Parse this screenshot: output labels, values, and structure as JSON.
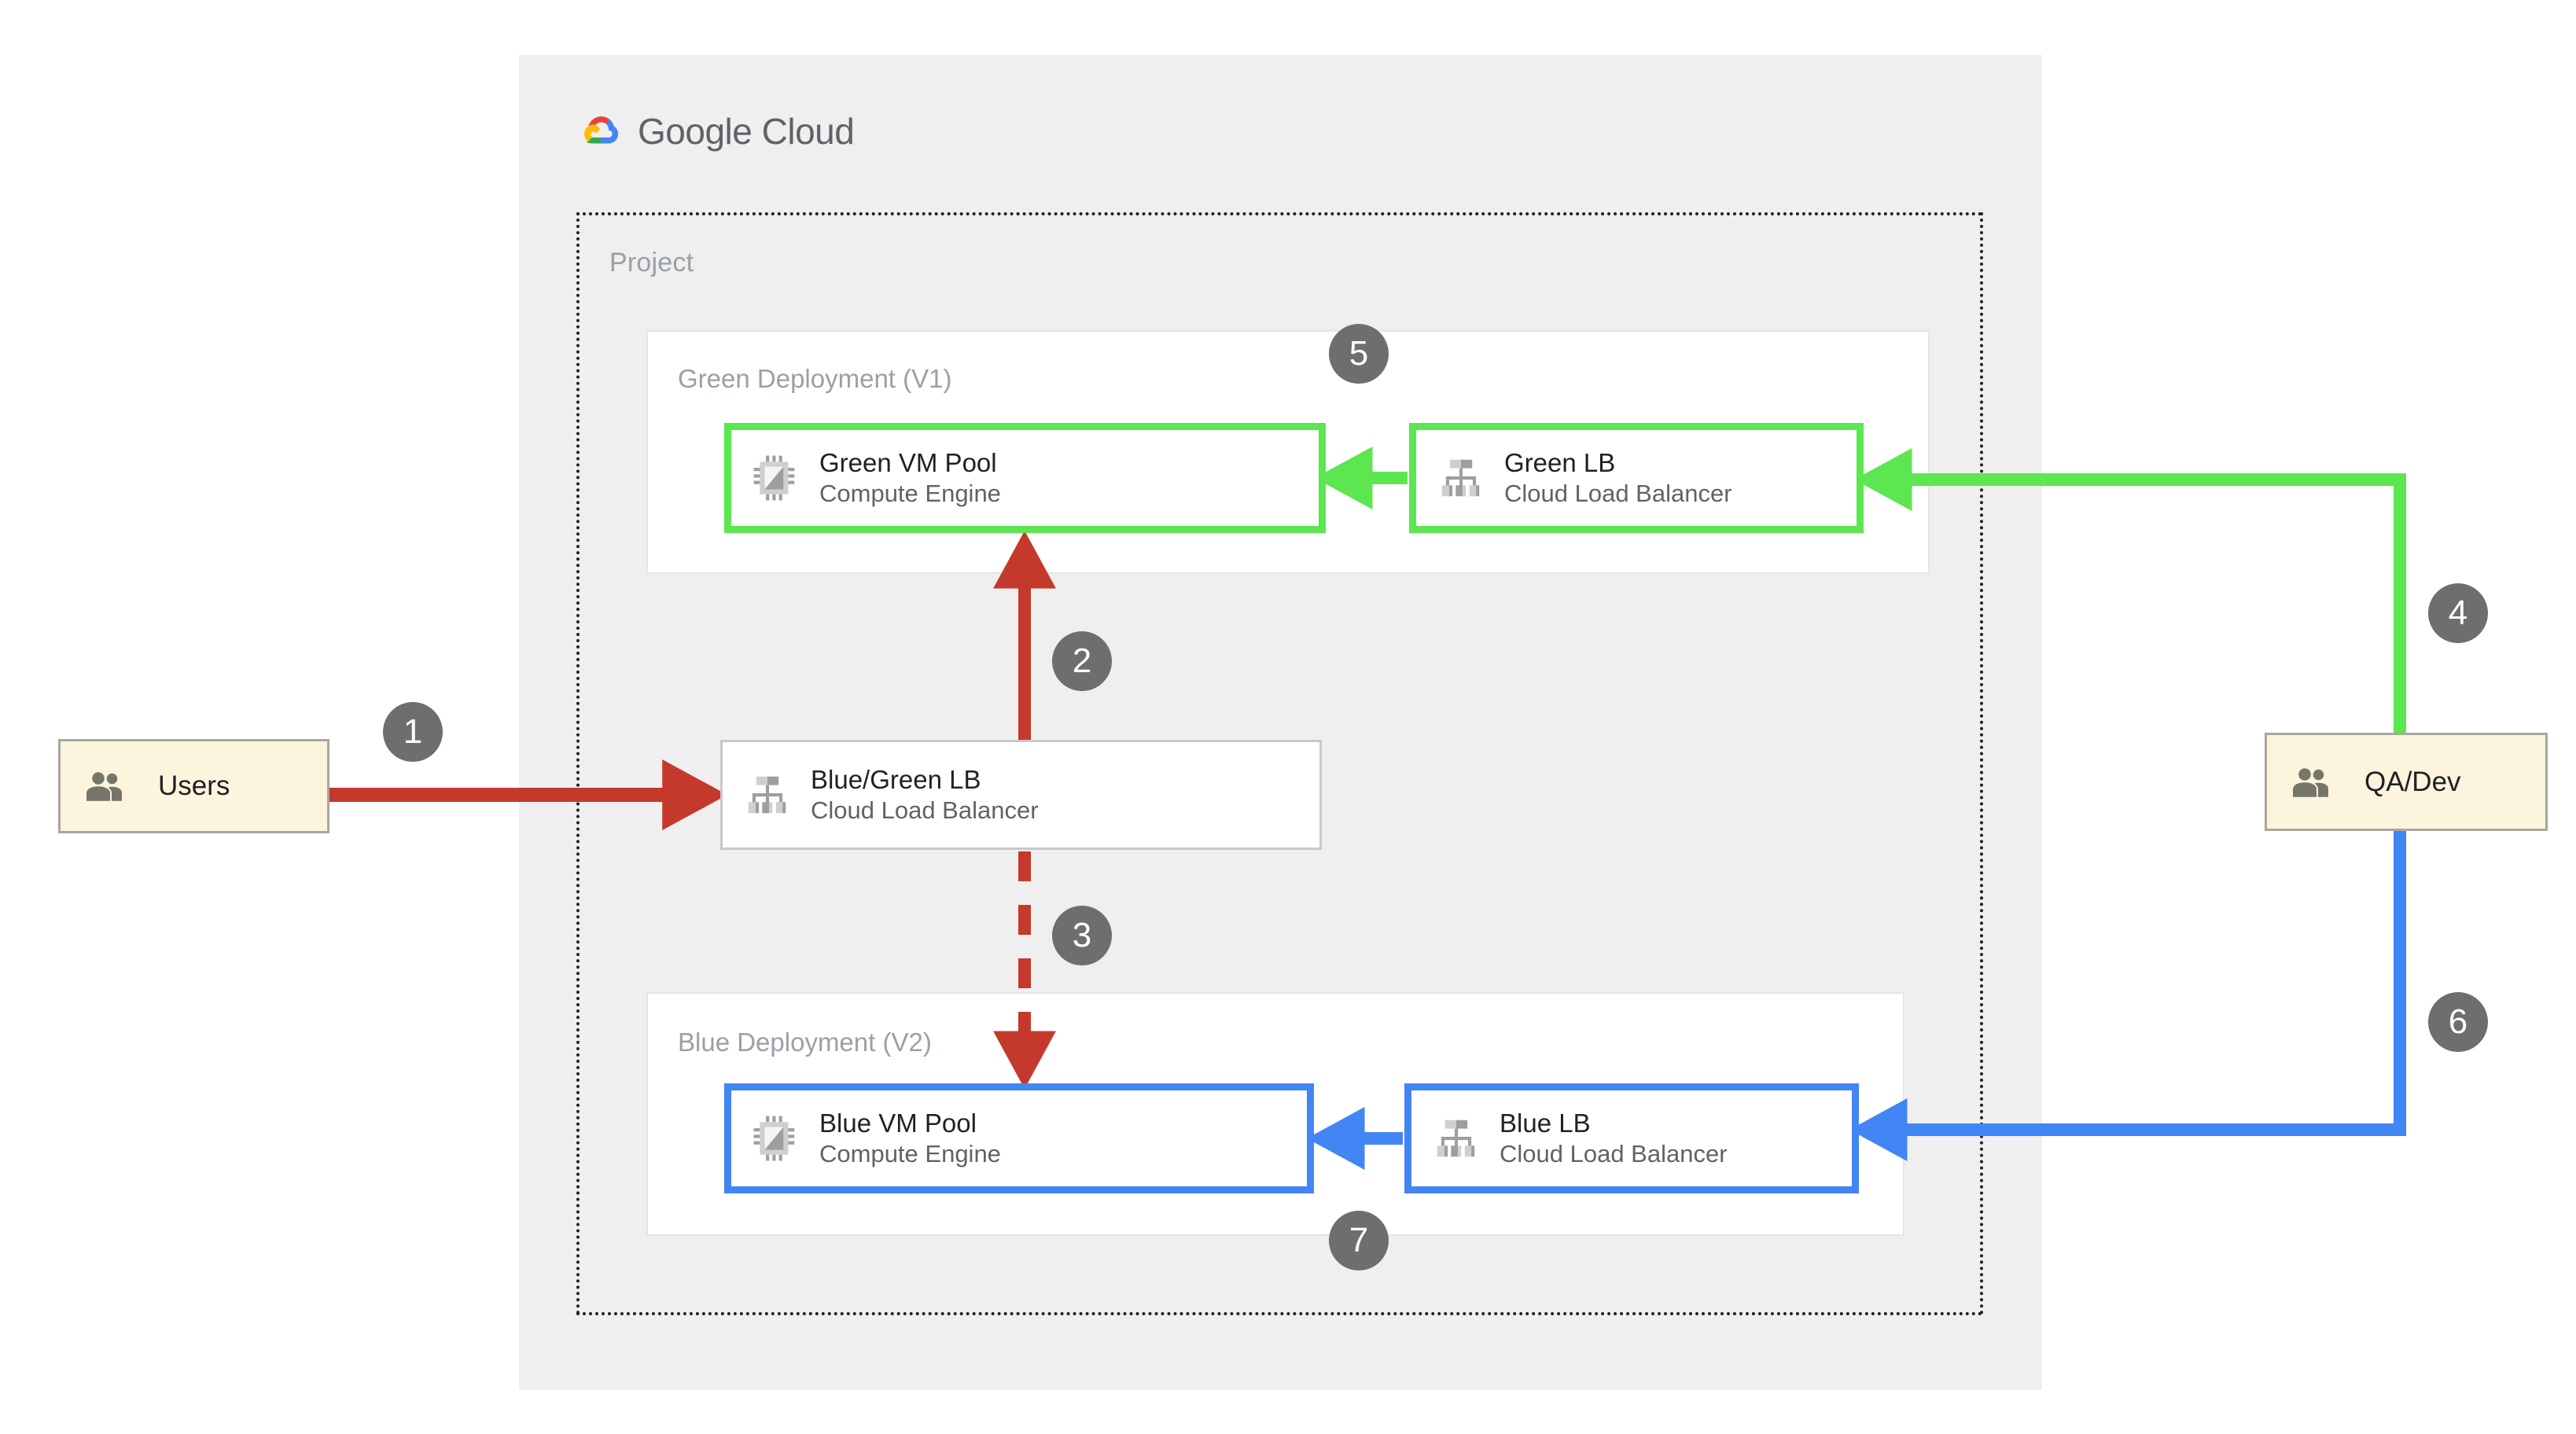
{
  "brand": {
    "name_part1": "Google",
    "name_part2": "Cloud",
    "logo_icon": "google-cloud-logo-icon",
    "colors": {
      "red": "#ea4335",
      "yellow": "#fbbc04",
      "green": "#34a853",
      "blue": "#4285f4",
      "wordmark": "#5f6368"
    }
  },
  "containers": {
    "project_label": "Project",
    "green_deployment_label": "Green Deployment (V1)",
    "blue_deployment_label": "Blue Deployment (V2)"
  },
  "nodes": {
    "green_vm": {
      "title": "Green VM Pool",
      "sub": "Compute Engine",
      "icon": "compute-engine-icon",
      "border": "#5ce650"
    },
    "green_lb": {
      "title": "Green LB",
      "sub": "Cloud Load Balancer",
      "icon": "cloud-load-balancer-icon",
      "border": "#5ce650"
    },
    "bluegreen_lb": {
      "title": "Blue/Green LB",
      "sub": "Cloud Load Balancer",
      "icon": "cloud-load-balancer-icon",
      "border": "#c8c8c8"
    },
    "blue_vm": {
      "title": "Blue VM Pool",
      "sub": "Compute Engine",
      "icon": "compute-engine-icon",
      "border": "#4285f4"
    },
    "blue_lb": {
      "title": "Blue LB",
      "sub": "Cloud Load Balancer",
      "icon": "cloud-load-balancer-icon",
      "border": "#4285f4"
    }
  },
  "actors": {
    "users": {
      "title": "Users",
      "icon": "users-group-icon"
    },
    "qadev": {
      "title": "QA/Dev",
      "icon": "users-group-icon"
    }
  },
  "steps": [
    {
      "n": "1",
      "color": "#6e6e6e"
    },
    {
      "n": "2",
      "color": "#6e6e6e"
    },
    {
      "n": "3",
      "color": "#6e6e6e"
    },
    {
      "n": "4",
      "color": "#6e6e6e"
    },
    {
      "n": "5",
      "color": "#6e6e6e"
    },
    {
      "n": "6",
      "color": "#6e6e6e"
    },
    {
      "n": "7",
      "color": "#6e6e6e"
    }
  ],
  "flows": {
    "users_to_lb": {
      "color": "#c5392c",
      "style": "solid",
      "label": "1"
    },
    "lb_to_green_vm": {
      "color": "#c5392c",
      "style": "solid",
      "label": "2"
    },
    "lb_to_blue_vm": {
      "color": "#c5392c",
      "style": "dashed",
      "label": "3"
    },
    "qadev_to_green_lb": {
      "color": "#5ce650",
      "style": "solid",
      "label": "4"
    },
    "green_lb_to_green_vm": {
      "color": "#5ce650",
      "style": "solid",
      "label": ""
    },
    "qadev_to_blue_lb": {
      "color": "#4285f4",
      "style": "solid",
      "label": "6"
    },
    "blue_lb_to_blue_vm": {
      "color": "#4285f4",
      "style": "solid",
      "label": ""
    }
  }
}
